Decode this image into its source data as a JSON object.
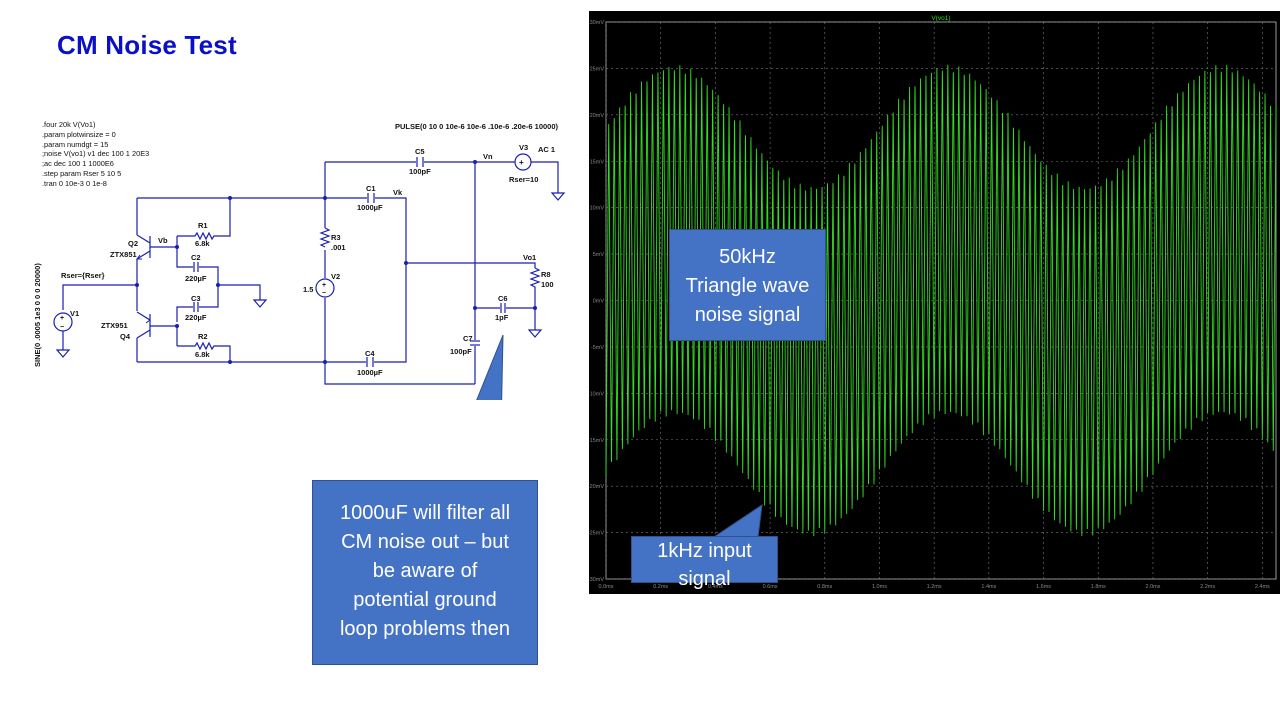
{
  "slide": {
    "title": "CM Noise Test"
  },
  "schematic": {
    "directives": [
      ".four 20k V(Vo1)",
      ".param plotwinsize = 0",
      ".param numdgt = 15",
      ";noise V(vo1) v1 dec 100 1 20E3",
      ";ac dec 100 1 1000E6",
      ".step param Rser 5 10 5",
      " .tran 0 10e-3 0 1e-8"
    ],
    "pulse_source": "PULSE(0 10 0 10e-6 10e-6 .10e-6 .20e-6 10000)",
    "sine_source": "SINE(0 .0005 1e3 0 0 0 20000)",
    "v1_rser": "Rser={Rser}",
    "labels": {
      "C5": "C5",
      "C5_val": "100pF",
      "Vn": "Vn",
      "V3": "V3",
      "V3_ac": "AC 1",
      "V3_rser": "Rser=10",
      "C1": "C1",
      "C1_val": "1000µF",
      "Vk": "Vk",
      "R1": "R1",
      "R1_val": "6.8k",
      "Q2": "Q2",
      "Q2_part": "ZTX851",
      "Vb": "Vb",
      "R3": "R3",
      "R3_val": ".001",
      "C2": "C2",
      "C2_val": "220µF",
      "V2": "V2",
      "V2_val": "1.5",
      "Vo1": "Vo1",
      "R8": "R8",
      "R8_val": "100",
      "V1": "V1",
      "C3": "C3",
      "C3_val": "220µF",
      "C6": "C6",
      "C6_val": "1pF",
      "Q4_part": "ZTX951",
      "Q4": "Q4",
      "R2": "R2",
      "R2_val": "6.8k",
      "C7": "C7",
      "C7_val": "100pF",
      "C4": "C4",
      "C4_val": "1000µF"
    }
  },
  "callouts": {
    "filter_note": [
      "1000uF will filter all",
      "CM noise out – but",
      "be aware of",
      "potential ground",
      "loop problems then"
    ],
    "noise_note": [
      "50kHz",
      "Triangle wave",
      "noise signal"
    ],
    "input_note": [
      "1kHz input",
      "signal"
    ]
  },
  "colors": {
    "title": "#0a10c8",
    "wire": "#1a1fb0",
    "callout_fill": "#4472c4",
    "trace": "#33dd22",
    "scope_bg": "#000000",
    "grid": "#7a7a7a"
  },
  "chart_data": {
    "type": "line",
    "title": "V(vo1)",
    "xlabel": "",
    "ylabel": "",
    "x_ticks": [
      "0.0ms",
      "0.2ms",
      "0.4ms",
      "0.6ms",
      "0.8ms",
      "1.0ms",
      "1.2ms",
      "1.4ms",
      "1.6ms",
      "1.8ms",
      "2.0ms",
      "2.2ms",
      "2.4ms"
    ],
    "y_ticks": [
      "30mV",
      "25mV",
      "20mV",
      "15mV",
      "10mV",
      "5mV",
      "0mV",
      "-5mV",
      "-10mV",
      "-15mV",
      "-20mV",
      "-25mV",
      "-30mV"
    ],
    "xlim": [
      0,
      2.45
    ],
    "ylim": [
      -30,
      30
    ],
    "x_unit": "ms",
    "y_unit": "mV",
    "grid": true,
    "series": [
      {
        "name": "V(vo1)",
        "components": {
          "noise_triangle": {
            "frequency_khz": 50,
            "amplitude_mv": 19
          },
          "input_sine": {
            "frequency_khz": 1,
            "amplitude_mv": 6.5,
            "phase_peak_ms": 0.25
          }
        },
        "envelope_peaks_mv": [
          {
            "t_ms": 0.25,
            "upper": 25.5,
            "lower": -13
          },
          {
            "t_ms": 0.75,
            "upper": 13,
            "lower": -25.5
          },
          {
            "t_ms": 1.25,
            "upper": 25.5,
            "lower": -13
          },
          {
            "t_ms": 1.75,
            "upper": 13,
            "lower": -25.5
          },
          {
            "t_ms": 2.25,
            "upper": 25.5,
            "lower": -13
          }
        ]
      }
    ]
  }
}
